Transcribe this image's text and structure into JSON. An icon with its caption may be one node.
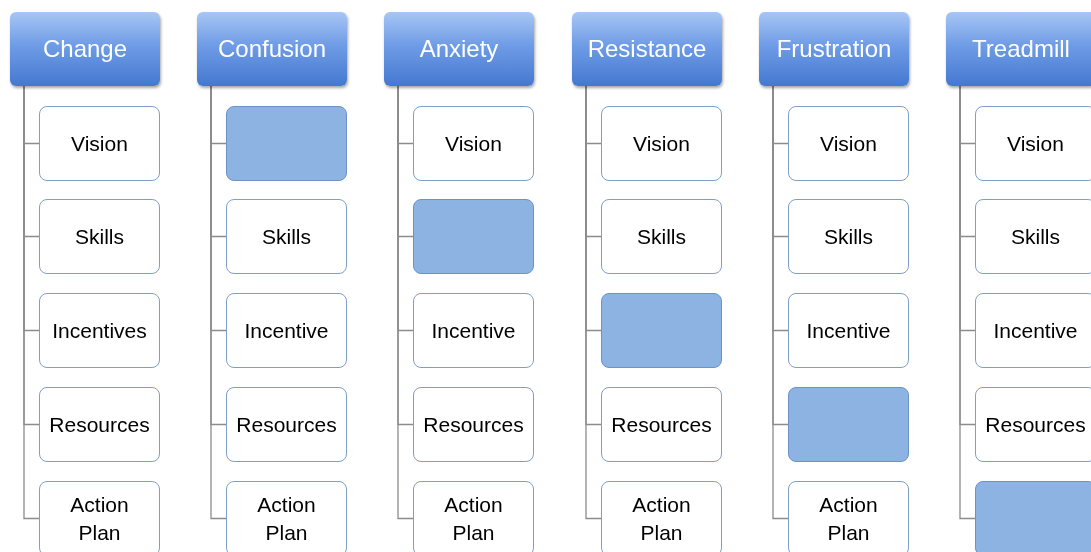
{
  "diagram": {
    "nodes": [
      {
        "text": [
          "Change"
        ]
      },
      {
        "text": [
          "Vision"
        ]
      },
      {
        "text": [
          "Skills"
        ]
      },
      {
        "text": [
          "Incentives"
        ]
      },
      {
        "text": [
          "Resources"
        ]
      },
      {
        "text": [
          "Action Plan"
        ]
      },
      {
        "text": [
          "Confusion"
        ]
      },
      {
        "text": [],
        "shape": "box"
      },
      {
        "text": [
          "Skills"
        ]
      },
      {
        "text": [
          "Incentive"
        ]
      },
      {
        "text": [
          "Resources"
        ]
      },
      {
        "text": [
          "Action Plan"
        ]
      },
      {
        "text": [
          "Anxiety"
        ]
      },
      {
        "text": [
          "Vision"
        ]
      },
      {
        "text": [],
        "shape": "box"
      },
      {
        "text": [
          "Incentive"
        ]
      },
      {
        "text": [
          "Resources"
        ]
      },
      {
        "text": [
          "Action Plan"
        ]
      },
      {
        "text": [
          "Resistance"
        ]
      },
      {
        "text": [
          "Vision"
        ]
      },
      {
        "text": [
          "Skills"
        ]
      },
      {
        "text": [],
        "shape": "box"
      },
      {
        "text": [
          "Resources"
        ]
      },
      {
        "text": [
          "Action Plan"
        ]
      },
      {
        "text": [
          "Frustration"
        ]
      },
      {
        "text": [
          "Vision"
        ]
      },
      {
        "text": [
          "Skills"
        ]
      },
      {
        "text": [
          "Incentive"
        ]
      },
      {
        "text": [],
        "shape": "box"
      },
      {
        "text": [
          "Action Plan"
        ]
      },
      {
        "text": [
          "Treadmill"
        ]
      },
      {
        "text": [
          "Vision"
        ]
      },
      {
        "text": [
          "Skills"
        ]
      },
      {
        "text": [
          "Incentive"
        ]
      },
      {
        "text": [
          "Resources"
        ]
      },
      {
        "text": [],
        "shape": "box"
      }
    ],
    "edges": [
      {
        "from": 0,
        "to": 1,
        "arrow": "none"
      },
      {
        "from": 0,
        "to": 2,
        "arrow": "none"
      },
      {
        "from": 0,
        "to": 3,
        "arrow": "none"
      },
      {
        "from": 0,
        "to": 4,
        "arrow": "none"
      },
      {
        "from": 0,
        "to": 5,
        "arrow": "none"
      },
      {
        "from": 6,
        "to": 7,
        "arrow": "none"
      },
      {
        "from": 6,
        "to": 8,
        "arrow": "none"
      },
      {
        "from": 6,
        "to": 9,
        "arrow": "none"
      },
      {
        "from": 6,
        "to": 10,
        "arrow": "none"
      },
      {
        "from": 6,
        "to": 11,
        "arrow": "none"
      },
      {
        "from": 12,
        "to": 13,
        "arrow": "none"
      },
      {
        "from": 12,
        "to": 14,
        "arrow": "none"
      },
      {
        "from": 12,
        "to": 15,
        "arrow": "none"
      },
      {
        "from": 12,
        "to": 16,
        "arrow": "none"
      },
      {
        "from": 12,
        "to": 17,
        "arrow": "none"
      },
      {
        "from": 18,
        "to": 19,
        "arrow": "none"
      },
      {
        "from": 18,
        "to": 20,
        "arrow": "none"
      },
      {
        "from": 18,
        "to": 21,
        "arrow": "none"
      },
      {
        "from": 18,
        "to": 22,
        "arrow": "none"
      },
      {
        "from": 18,
        "to": 23,
        "arrow": "none"
      },
      {
        "from": 24,
        "to": 25,
        "arrow": "none"
      },
      {
        "from": 24,
        "to": 26,
        "arrow": "none"
      },
      {
        "from": 24,
        "to": 27,
        "arrow": "none"
      },
      {
        "from": 24,
        "to": 28,
        "arrow": "none"
      },
      {
        "from": 24,
        "to": 29,
        "arrow": "none"
      },
      {
        "from": 30,
        "to": 31,
        "arrow": "none"
      },
      {
        "from": 30,
        "to": 32,
        "arrow": "none"
      },
      {
        "from": 30,
        "to": 33,
        "arrow": "none"
      },
      {
        "from": 30,
        "to": 34,
        "arrow": "none"
      },
      {
        "from": 30,
        "to": 35,
        "arrow": "none"
      }
    ]
  }
}
